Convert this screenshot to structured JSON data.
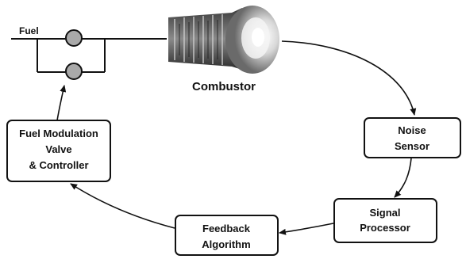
{
  "fuel_label": "Fuel",
  "combustor_label": "Combustor",
  "blocks": {
    "noise_sensor": {
      "line1": "Noise",
      "line2": "Sensor"
    },
    "signal_processor": {
      "line1": "Signal",
      "line2": "Processor"
    },
    "feedback_algorithm": {
      "line1": "Feedback",
      "line2": "Algorithm"
    },
    "fuel_modulation": {
      "line1": "Fuel Modulation",
      "line2": "Valve",
      "line3": "& Controller"
    }
  },
  "colors": {
    "valve_fill": "#a9a9a9",
    "line": "#111111",
    "box_border": "#111111"
  },
  "icons": {
    "combustor": "combustor-engine-icon",
    "valve": "fuel-valve-icon"
  }
}
